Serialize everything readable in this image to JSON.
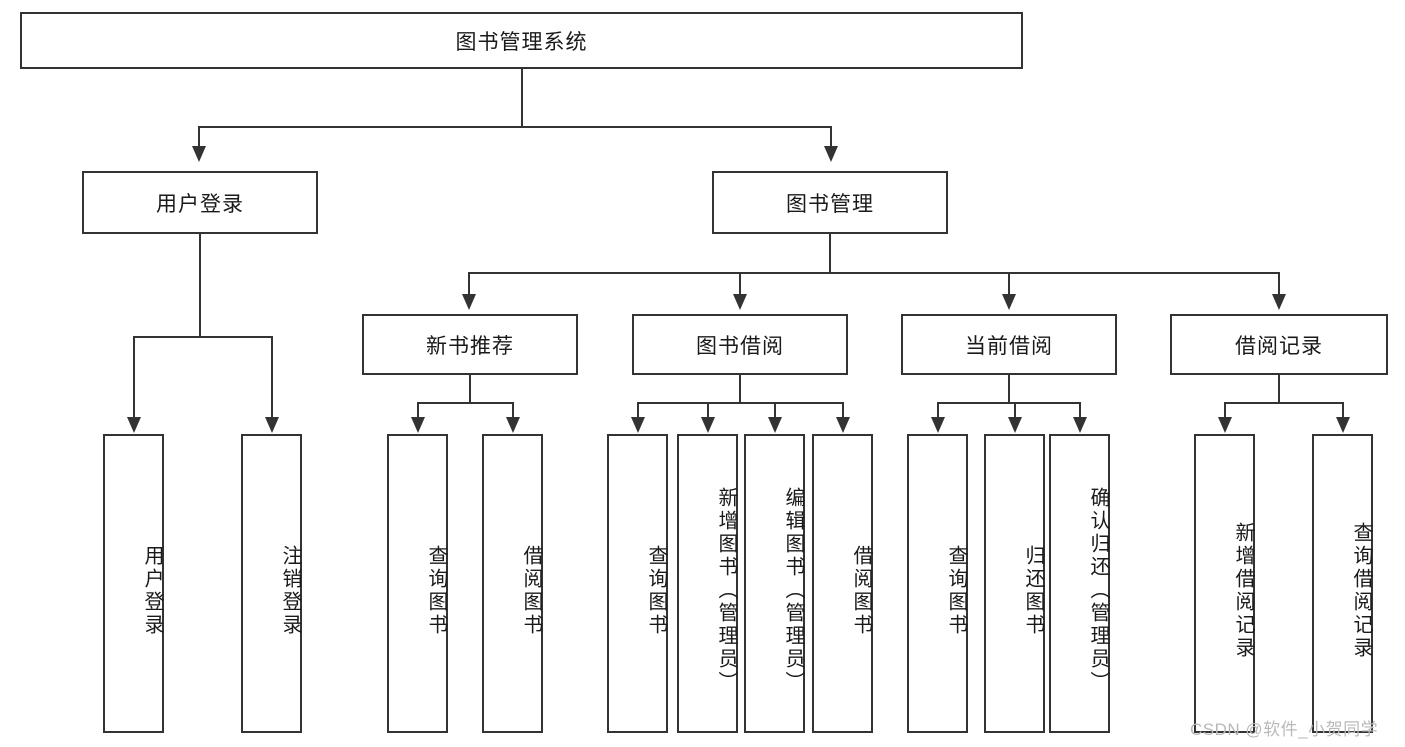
{
  "diagram": {
    "type": "tree-hierarchy",
    "title": "图书管理系统",
    "root": {
      "id": "root",
      "label": "图书管理系统"
    },
    "level1": [
      {
        "id": "user-login",
        "label": "用户登录"
      },
      {
        "id": "book-manage",
        "label": "图书管理"
      }
    ],
    "level2": [
      {
        "id": "new-book-recommend",
        "label": "新书推荐"
      },
      {
        "id": "book-borrow",
        "label": "图书借阅"
      },
      {
        "id": "current-borrow",
        "label": "当前借阅"
      },
      {
        "id": "borrow-record",
        "label": "借阅记录"
      }
    ],
    "leaves": {
      "user_login": [
        {
          "id": "leaf-user-login",
          "label": "用户登录"
        },
        {
          "id": "leaf-logout",
          "label": "注销登录"
        }
      ],
      "new_book_recommend": [
        {
          "id": "leaf-query-book-1",
          "label": "查询图书"
        },
        {
          "id": "leaf-borrow-book-1",
          "label": "借阅图书"
        }
      ],
      "book_borrow": [
        {
          "id": "leaf-query-book-2",
          "label": "查询图书"
        },
        {
          "id": "leaf-add-book",
          "label": "新增图书（管理员）"
        },
        {
          "id": "leaf-edit-book",
          "label": "编辑图书（管理员）"
        },
        {
          "id": "leaf-borrow-book-2",
          "label": "借阅图书"
        }
      ],
      "current_borrow": [
        {
          "id": "leaf-query-book-3",
          "label": "查询图书"
        },
        {
          "id": "leaf-return-book",
          "label": "归还图书"
        },
        {
          "id": "leaf-confirm-return",
          "label": "确认归还（管理员）"
        }
      ],
      "borrow_record": [
        {
          "id": "leaf-add-record",
          "label": "新增借阅记录"
        },
        {
          "id": "leaf-query-record",
          "label": "查询借阅记录"
        }
      ]
    }
  },
  "watermark": {
    "text": "CSDN @软件_小贺同学"
  },
  "colors": {
    "stroke": "#333333",
    "fill": "#ffffff",
    "text": "#1a1a1a",
    "watermark": "#b9b9b9"
  }
}
